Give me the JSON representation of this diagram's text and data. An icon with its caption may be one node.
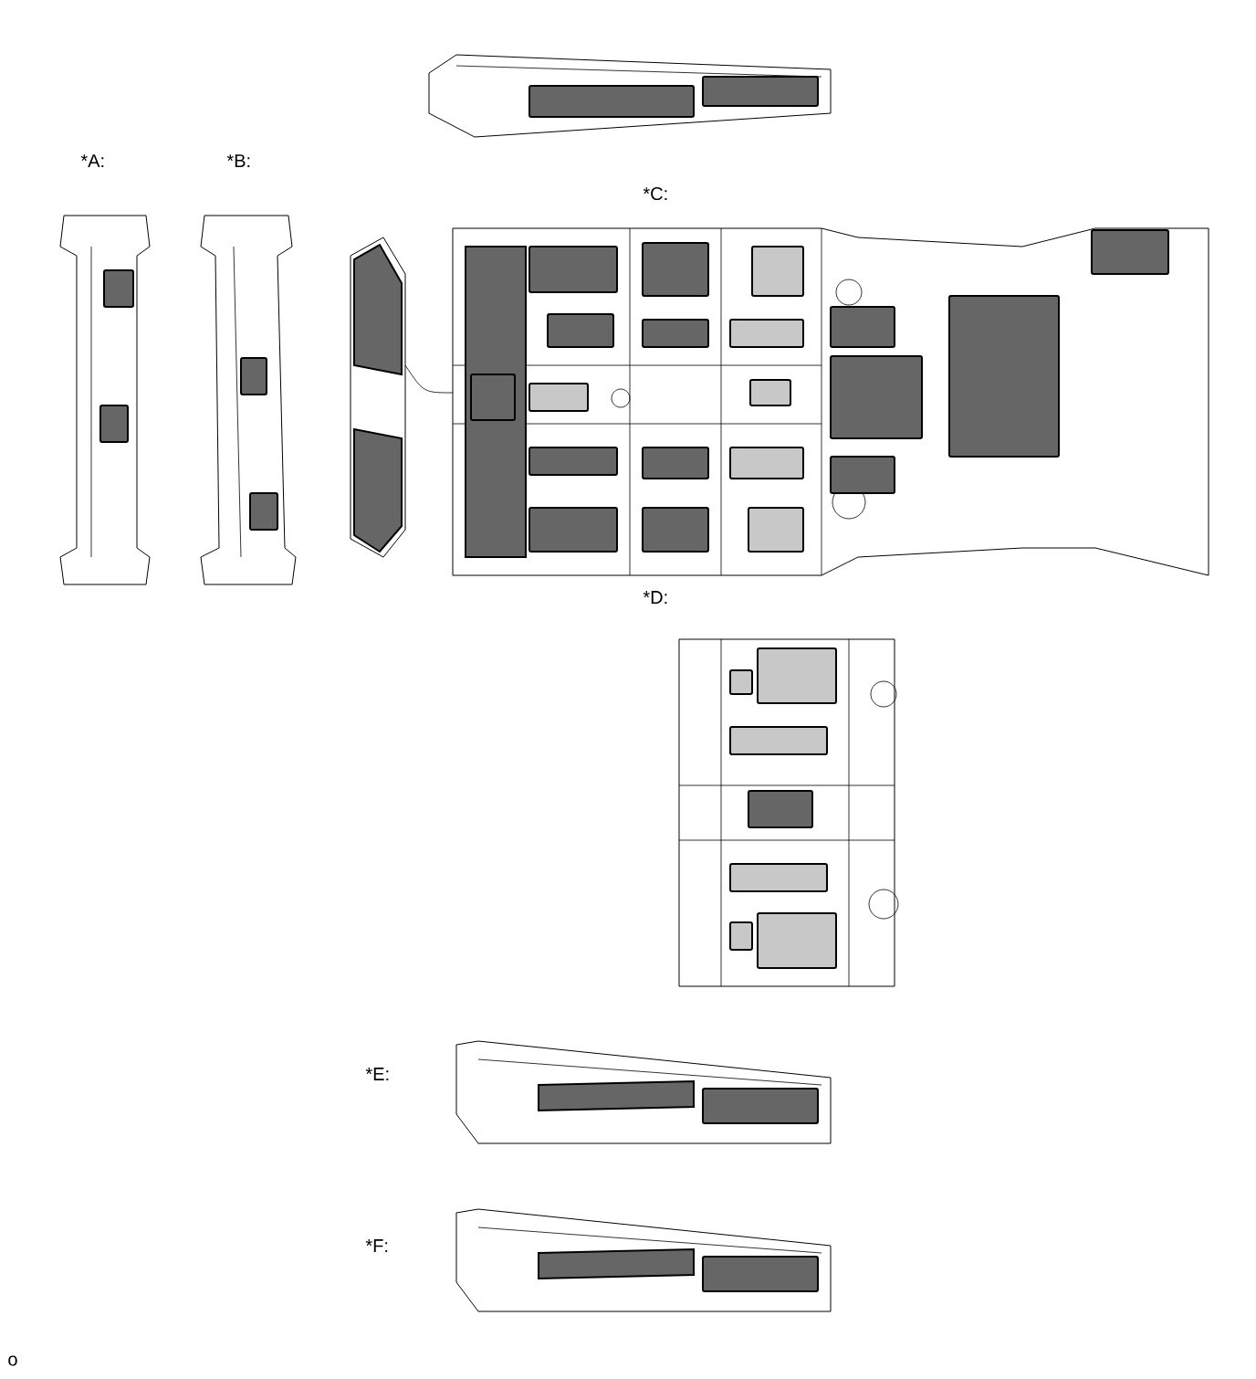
{
  "diagram": {
    "labels": [
      "*A:",
      "*B:",
      "*C:",
      "*D:",
      "*E:",
      "*F:",
      "o"
    ]
  }
}
